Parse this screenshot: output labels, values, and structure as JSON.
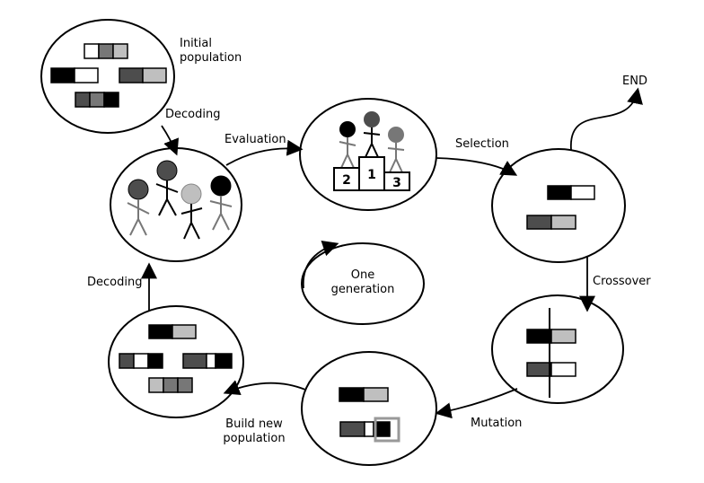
{
  "labels": {
    "initial_population": "Initial\npopulation",
    "decoding_top": "Decoding",
    "evaluation": "Evaluation",
    "selection": "Selection",
    "end": "END",
    "crossover": "Crossover",
    "mutation": "Mutation",
    "build_new_population": "Build new\npopulation",
    "decoding_left": "Decoding",
    "one_generation": "One\ngeneration"
  },
  "podium": {
    "first": "1",
    "second": "2",
    "third": "3"
  },
  "colors": {
    "black": "#000000",
    "dark_gray": "#4d4d4d",
    "mid_gray": "#777777",
    "light_gray": "#bfbfbf",
    "white": "#ffffff"
  }
}
